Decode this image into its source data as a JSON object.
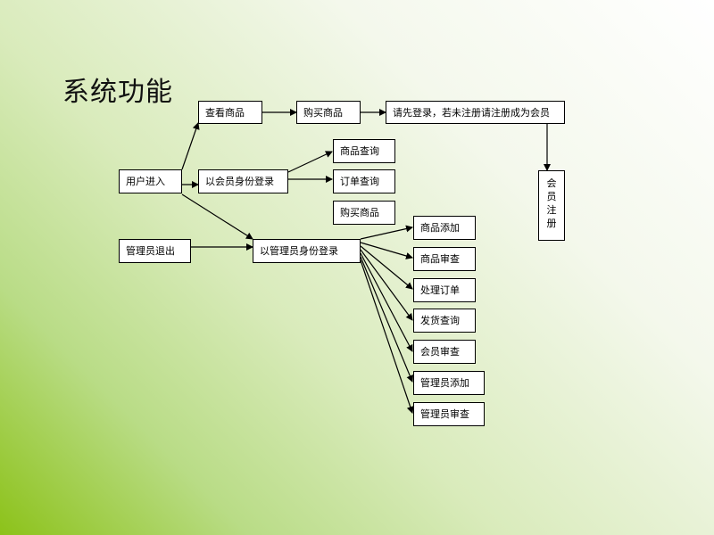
{
  "title": "系统功能",
  "nodes": {
    "user_enter": "用户进入",
    "view_goods": "查看商品",
    "buy_goods_top": "购买商品",
    "login_prompt": "请先登录，若未注册请注册成为会员",
    "member_login": "以会员身份登录",
    "goods_query": "商品查询",
    "order_query": "订单查询",
    "buy_goods": "购买商品",
    "admin_exit": "管理员退出",
    "admin_login": "以管理员身份登录",
    "goods_add": "商品添加",
    "goods_review": "商品审查",
    "process_order": "处理订单",
    "shipping_query": "发货查询",
    "member_review": "会员审查",
    "admin_add": "管理员添加",
    "admin_review": "管理员审查",
    "member_register": [
      "会",
      "员",
      "注",
      "册"
    ]
  }
}
